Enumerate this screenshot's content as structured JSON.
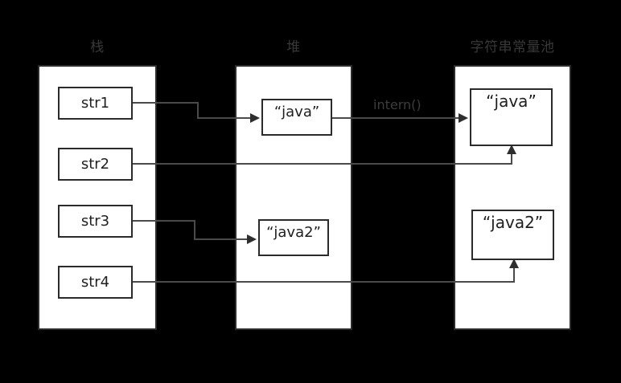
{
  "diagram": {
    "title_hidden": "",
    "background_color": "#000000",
    "panel_color": "#ffffff",
    "stroke_color": "#2b2b2b",
    "line_color": "#4a4a4a",
    "header_text_color": "#383838",
    "label_text_color": "#3d3d3d"
  },
  "columns": [
    {
      "id": "stack",
      "label": "栈"
    },
    {
      "id": "heap",
      "label": "堆"
    },
    {
      "id": "pool",
      "label": "字符串常量池"
    }
  ],
  "stack_nodes": [
    {
      "label": "str1"
    },
    {
      "label": "str2"
    },
    {
      "label": "str3"
    },
    {
      "label": "str4"
    }
  ],
  "heap_nodes": [
    {
      "label": "“java”"
    },
    {
      "label": "“java2”"
    }
  ],
  "pool_nodes": [
    {
      "label": "“java”"
    },
    {
      "label": "“java2”"
    }
  ],
  "edges": [
    {
      "id": "str1-to-heap-java",
      "label": ""
    },
    {
      "id": "str2-to-pool-java",
      "label": ""
    },
    {
      "id": "str3-to-heap-java2",
      "label": ""
    },
    {
      "id": "str4-to-pool-java2",
      "label": ""
    },
    {
      "id": "heap-java-to-pool-java",
      "label": "intern()"
    }
  ]
}
